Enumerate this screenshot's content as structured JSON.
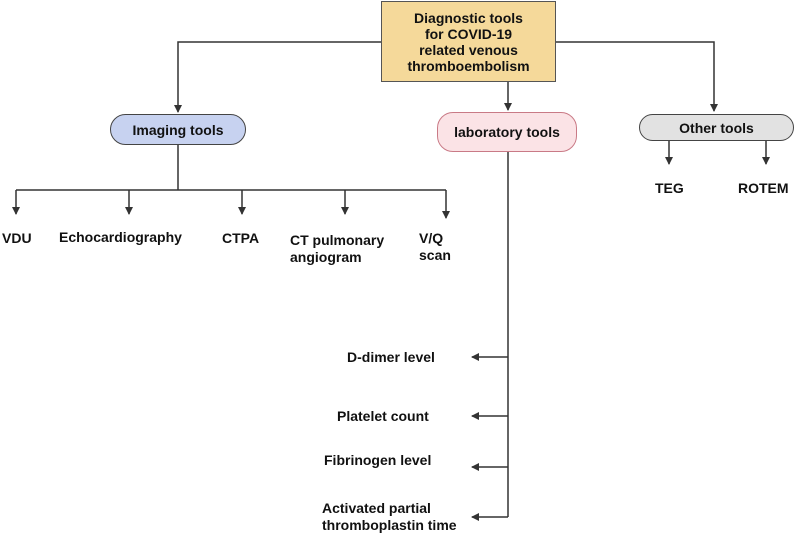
{
  "colors": {
    "root_fill": "#f5d99a",
    "imaging_fill": "#c7d2f0",
    "lab_fill": "#fbe3e6",
    "lab_border": "#c97a86",
    "other_fill": "#e2e2e2",
    "line": "#333333"
  },
  "root": {
    "lines": [
      "Diagnostic tools",
      "for COVID-19",
      "related venous",
      "thromboembolism"
    ]
  },
  "categories": {
    "imaging": "Imaging tools",
    "laboratory": "laboratory tools",
    "other": "Other tools"
  },
  "imaging_items": {
    "vdu": "VDU",
    "echo": "Echocardiography",
    "ctpa": "CTPA",
    "ct_line1": "CT pulmonary",
    "ct_line2": "angiogram",
    "vq_line1": "V/Q",
    "vq_line2": "scan"
  },
  "laboratory_items": {
    "ddimer": "D-dimer level",
    "platelet": "Platelet count",
    "fibrinogen": "Fibrinogen level",
    "aptt_line1": "Activated partial",
    "aptt_line2": "thromboplastin time"
  },
  "other_items": {
    "teg": "TEG",
    "rotem": "ROTEM"
  }
}
